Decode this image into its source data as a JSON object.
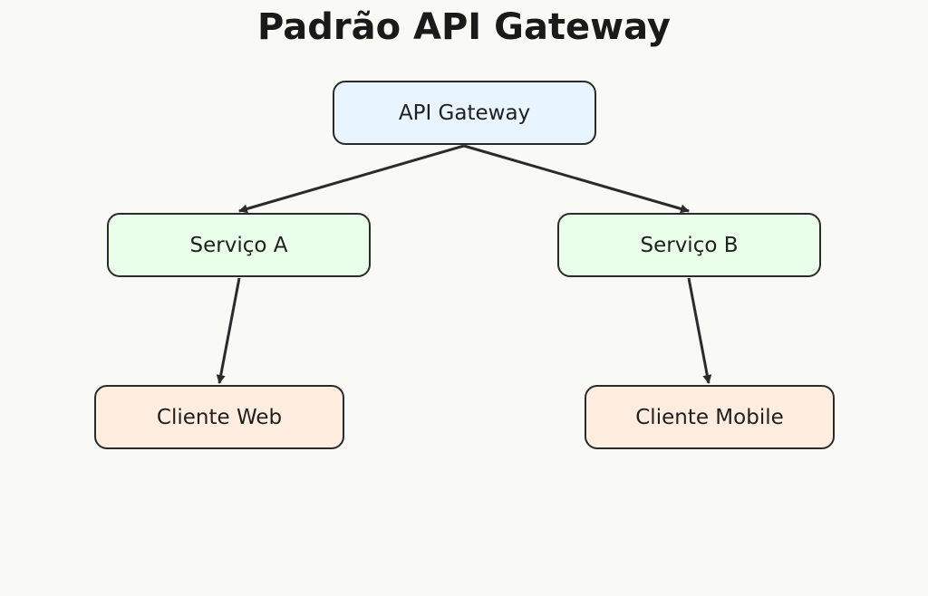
{
  "title": "Padrão API Gateway",
  "colors": {
    "background": "#f9f9f6",
    "border": "#2b2b2b",
    "edge": "#2b2b2b",
    "gateway_fill": "#e8f4ff",
    "service_fill": "#eaffea",
    "client_fill": "#ffeee0"
  },
  "nodes": {
    "gateway": {
      "label": "API Gateway"
    },
    "service_a": {
      "label": "Serviço A"
    },
    "service_b": {
      "label": "Serviço B"
    },
    "client_web": {
      "label": "Cliente Web"
    },
    "client_mobile": {
      "label": "Cliente Mobile"
    }
  },
  "edges": [
    {
      "from": "gateway",
      "to": "service_a"
    },
    {
      "from": "gateway",
      "to": "service_b"
    },
    {
      "from": "service_a",
      "to": "client_web"
    },
    {
      "from": "service_b",
      "to": "client_mobile"
    }
  ]
}
